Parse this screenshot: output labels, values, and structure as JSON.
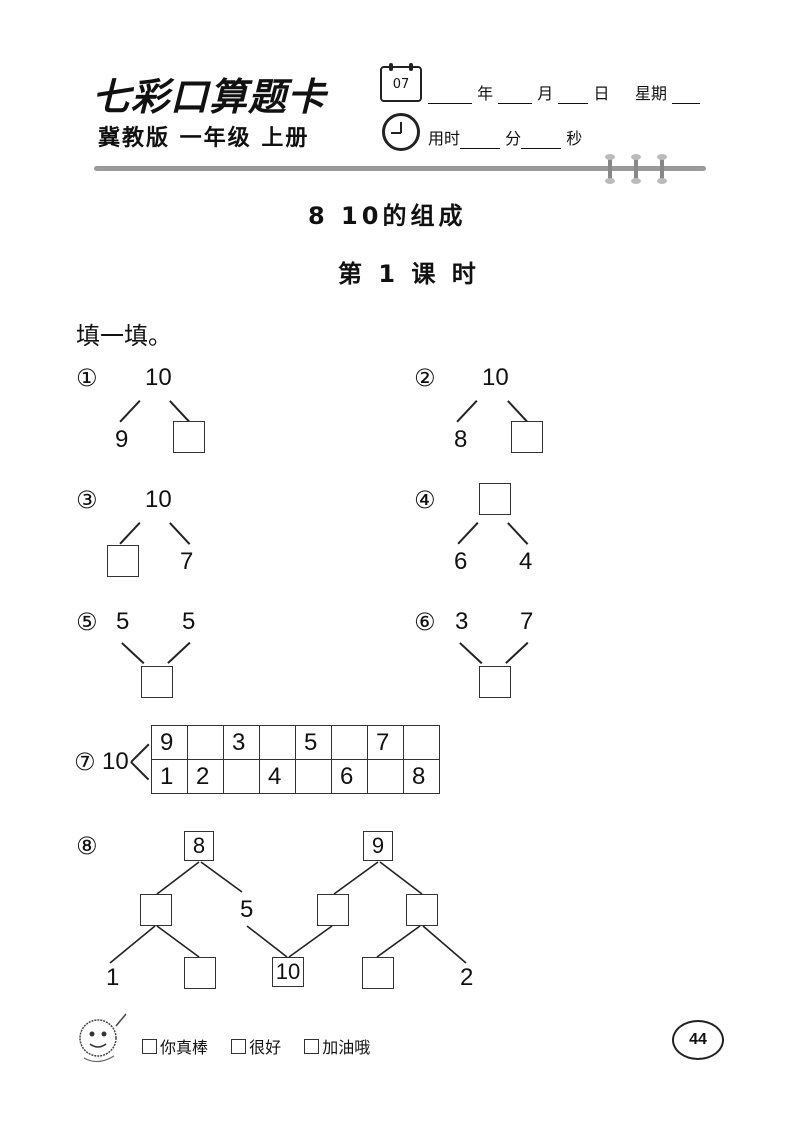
{
  "header": {
    "brand": "七彩口算题卡",
    "edition": "冀教版  一年级  上册",
    "calendar_day": "07",
    "date_labels": [
      "年",
      "月",
      "日",
      "星期"
    ],
    "time_labels": [
      "用时",
      "分",
      "秒"
    ]
  },
  "title": "8   10的组成",
  "lesson": "第 1 课 时",
  "instruction": "填一填。",
  "problems": {
    "p1": {
      "marker": "①",
      "top": "10",
      "left": "9"
    },
    "p2": {
      "marker": "②",
      "top": "10",
      "left": "8"
    },
    "p3": {
      "marker": "③",
      "top": "10",
      "right": "7"
    },
    "p4": {
      "marker": "④",
      "left": "6",
      "right": "4"
    },
    "p5": {
      "marker": "⑤",
      "left": "5",
      "right": "5"
    },
    "p6": {
      "marker": "⑥",
      "left": "3",
      "right": "7"
    },
    "p7": {
      "marker": "⑦",
      "root": "10",
      "top_row": [
        "9",
        "",
        "3",
        "",
        "5",
        "",
        "7",
        ""
      ],
      "bottom_row": [
        "1",
        "2",
        "",
        "4",
        "",
        "6",
        "",
        "8"
      ]
    },
    "p8": {
      "marker": "⑧",
      "left_root": "8",
      "left_side": "5",
      "left_leaf": "1",
      "middle": "10",
      "right_root": "9",
      "right_leaf": "2"
    }
  },
  "footer": {
    "options": [
      "你真棒",
      "很好",
      "加油哦"
    ],
    "page_number": "44"
  }
}
